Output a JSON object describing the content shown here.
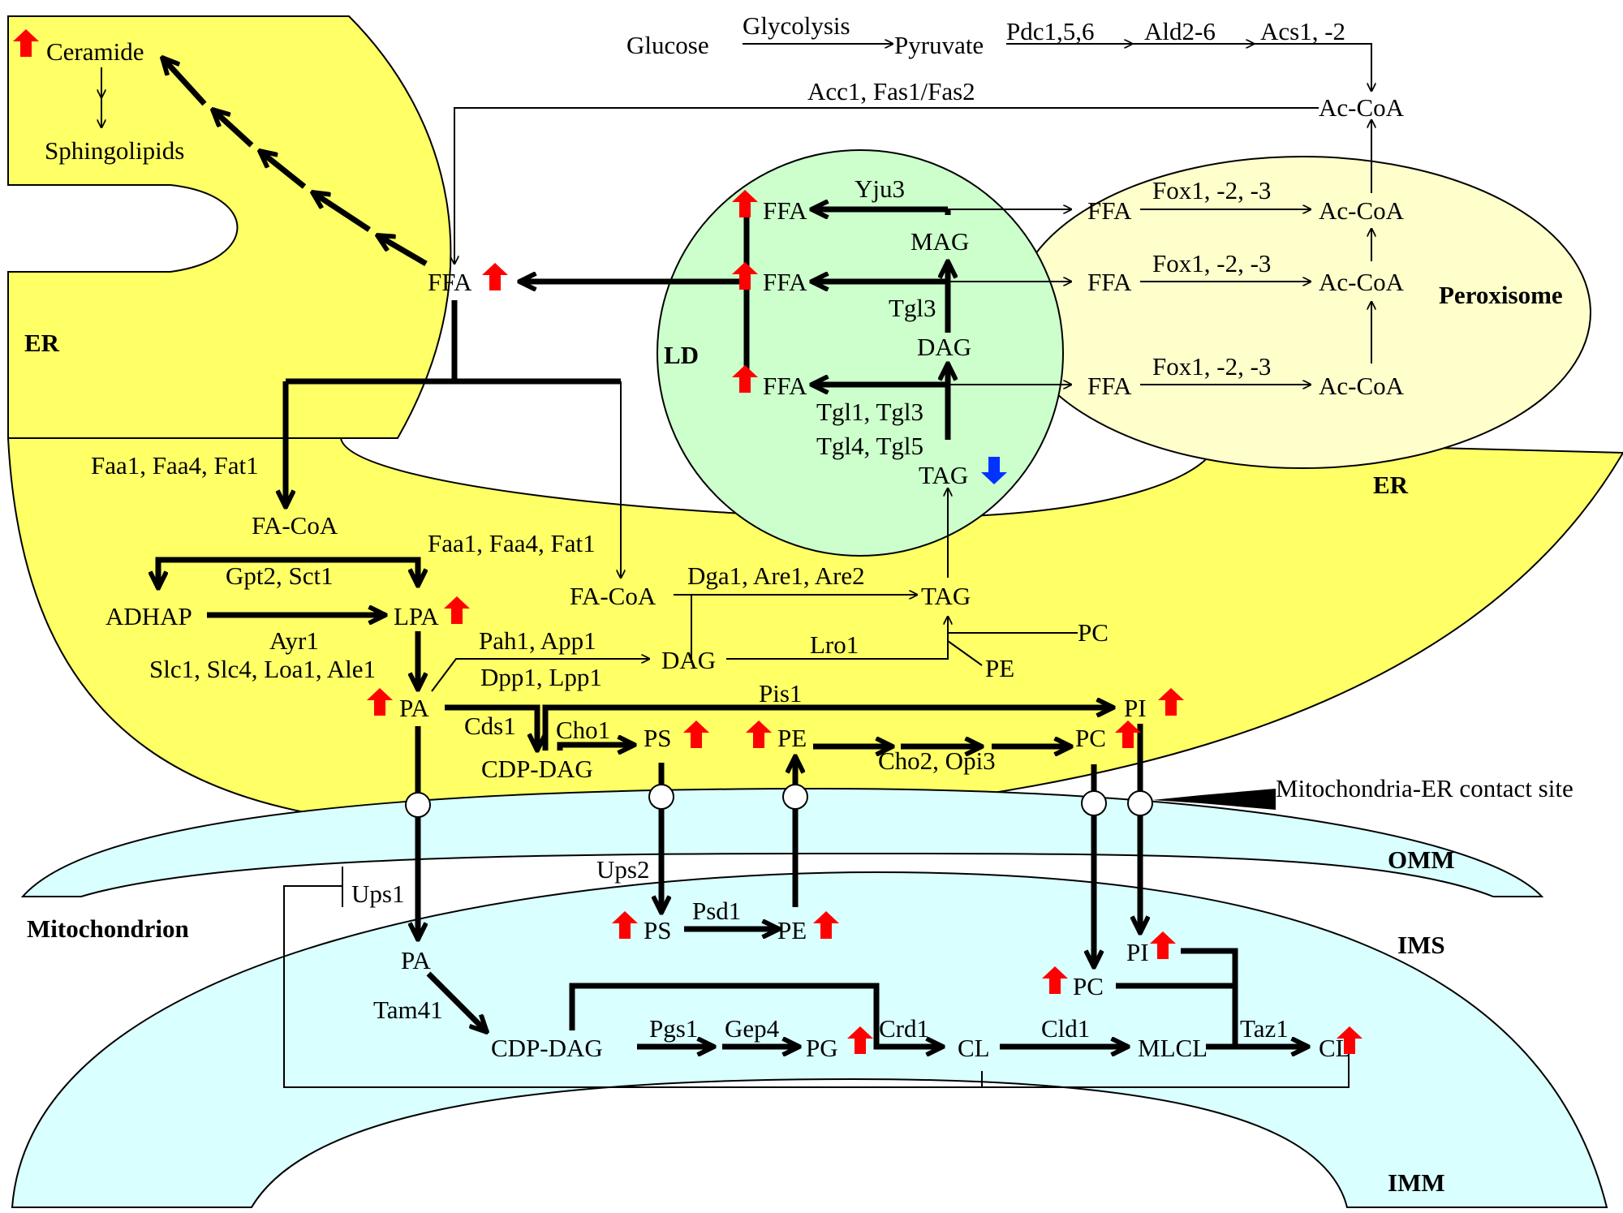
{
  "colors": {
    "er": "#ffff66",
    "lipid_droplet": "#ccffcc",
    "peroxisome": "#ffffcc",
    "mitochondria": "#d9ffff",
    "up_arrow": "#ff0000",
    "down_arrow": "#0033ff"
  },
  "compartments": {
    "er_top": "ER",
    "er_main": "ER",
    "ld": "LD",
    "peroxisome": "Peroxisome",
    "mitochondrion": "Mitochondrion",
    "omm": "OMM",
    "ims": "IMS",
    "imm": "IMM",
    "contact_site": "Mitochondria-ER contact site"
  },
  "metabolites": {
    "ceramide": "Ceramide",
    "sphingolipids": "Sphingolipids",
    "glucose": "Glucose",
    "pyruvate": "Pyruvate",
    "accoa_top": "Ac-CoA",
    "accoa_p1": "Ac-CoA",
    "accoa_p2": "Ac-CoA",
    "accoa_p3": "Ac-CoA",
    "ffa_p1": "FFA",
    "ffa_p2": "FFA",
    "ffa_p3": "FFA",
    "ffa_ld1": "FFA",
    "ffa_ld2": "FFA",
    "ffa_ld3": "FFA",
    "ffa_er": "FFA",
    "mag": "MAG",
    "dag_ld": "DAG",
    "tag_ld": "TAG",
    "facoa_1": "FA-CoA",
    "facoa_2": "FA-CoA",
    "adhap": "ADHAP",
    "lpa": "LPA",
    "tag_er": "TAG",
    "dag_er": "DAG",
    "pc_lro": "PC",
    "pe_lro": "PE",
    "pa_er": "PA",
    "cdpdag_er": "CDP-DAG",
    "ps_er": "PS",
    "pe_er": "PE",
    "pc_er": "PC",
    "pi_er": "PI",
    "ps_mito": "PS",
    "pe_mito": "PE",
    "pa_mito": "PA",
    "cdpdag_mito": "CDP-DAG",
    "pg": "PG",
    "cl_1": "CL",
    "mlcl": "MLCL",
    "cl_2": "CL",
    "pi_mito": "PI",
    "pc_mito": "PC"
  },
  "enzymes": {
    "glycolysis": "Glycolysis",
    "pdc": "Pdc1,5,6",
    "ald": "Ald2-6",
    "acs": "Acs1, -2",
    "acc_fas": "Acc1, Fas1/Fas2",
    "yju3": "Yju3",
    "tgl3": "Tgl3",
    "tgl1_tgl3": "Tgl1, Tgl3",
    "tgl4_tgl5": "Tgl4, Tgl5",
    "fox_1": "Fox1, -2, -3",
    "fox_2": "Fox1, -2, -3",
    "fox_3": "Fox1, -2, -3",
    "faa_1": "Faa1, Faa4, Fat1",
    "faa_2": "Faa1, Faa4, Fat1",
    "gpt_sct": "Gpt2, Sct1",
    "ayr1": "Ayr1",
    "dga_are": "Dga1, Are1, Are2",
    "lro1": "Lro1",
    "pah_app": "Pah1, App1",
    "dpp_lpp": "Dpp1, Lpp1",
    "slc_ale": "Slc1, Slc4, Loa1, Ale1",
    "pis1": "Pis1",
    "cds1": "Cds1",
    "cho1": "Cho1",
    "cho2_opi3": "Cho2, Opi3",
    "ups2": "Ups2",
    "ups1": "Ups1",
    "psd1": "Psd1",
    "tam41": "Tam41",
    "pgs1": "Pgs1",
    "gep4": "Gep4",
    "crd1": "Crd1",
    "cld1": "Cld1",
    "taz1": "Taz1"
  }
}
